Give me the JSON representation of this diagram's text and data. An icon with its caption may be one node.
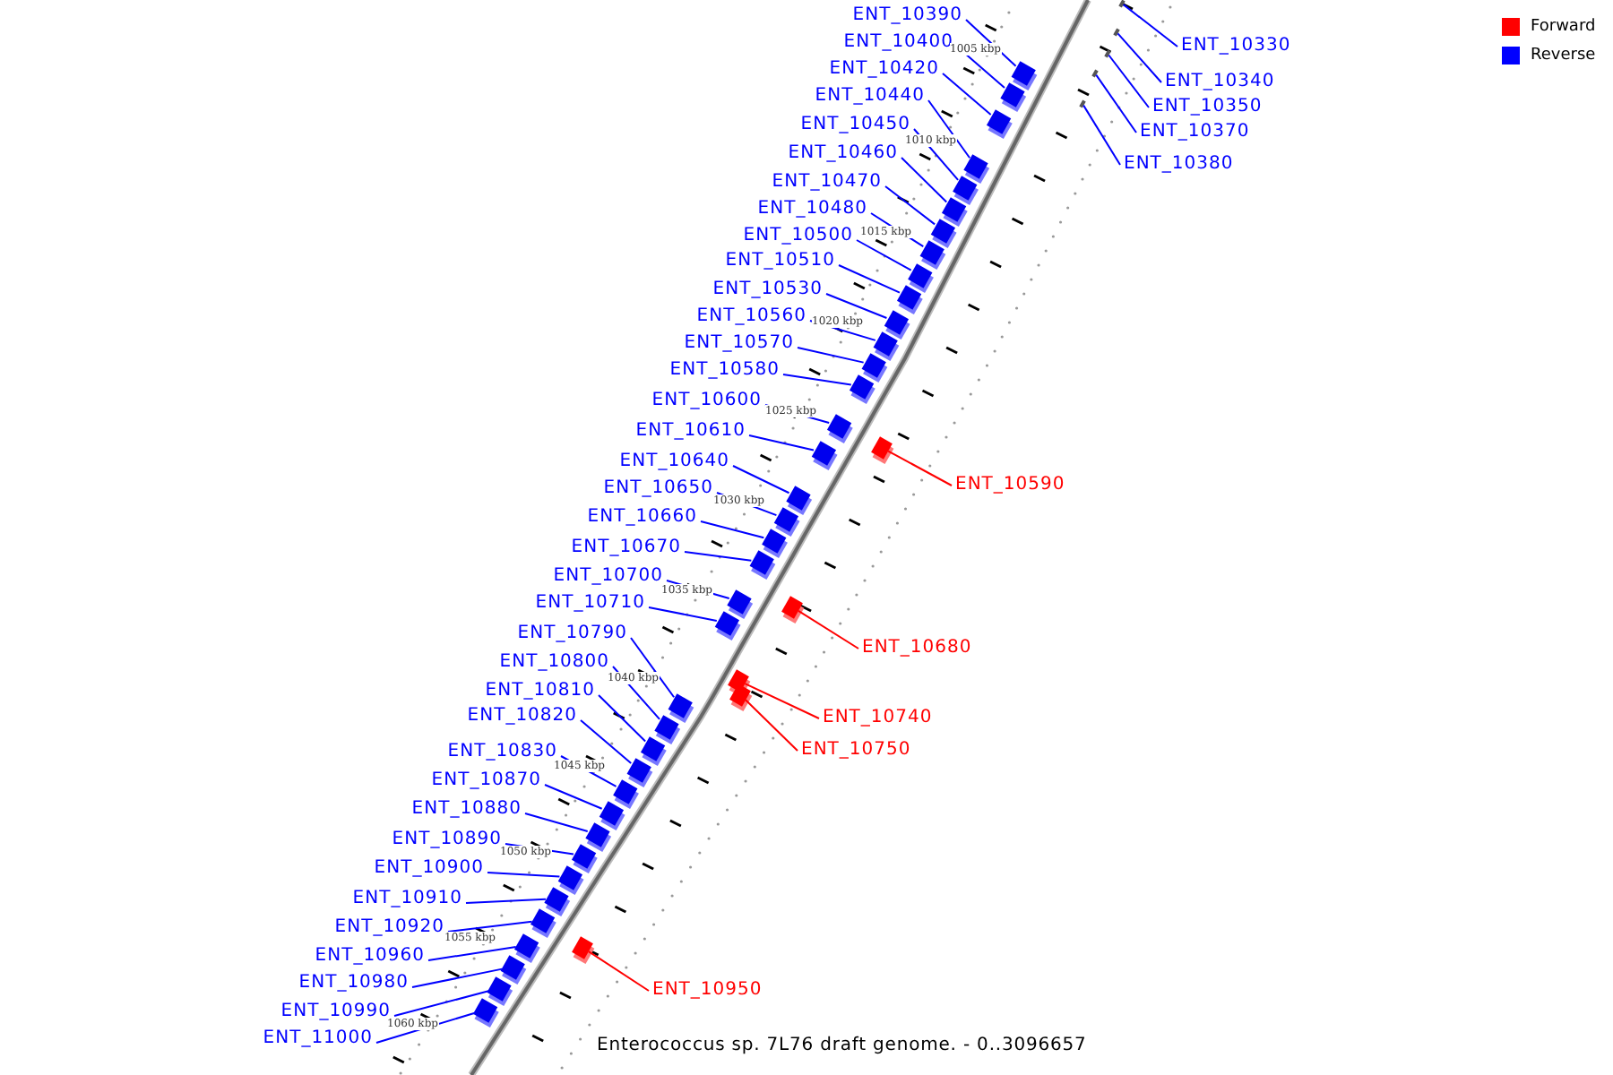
{
  "diagram": {
    "caption": "Enterococcus sp. 7L76 draft genome. - 0..3096657",
    "nodes": [
      {
        "text": [
          "ENT_10390"
        ]
      },
      {
        "text": [
          "ENT_10400"
        ]
      },
      {
        "text": [
          "ENT_10420"
        ]
      },
      {
        "text": [
          "ENT_10440"
        ]
      },
      {
        "text": [
          "ENT_10450"
        ]
      },
      {
        "text": [
          "ENT_10460"
        ]
      },
      {
        "text": [
          "ENT_10470"
        ]
      },
      {
        "text": [
          "ENT_10480"
        ]
      },
      {
        "text": [
          "ENT_10500"
        ]
      },
      {
        "text": [
          "ENT_10510"
        ]
      },
      {
        "text": [
          "ENT_10530"
        ]
      },
      {
        "text": [
          "ENT_10560"
        ]
      },
      {
        "text": [
          "ENT_10570"
        ]
      },
      {
        "text": [
          "ENT_10580"
        ]
      },
      {
        "text": [
          "ENT_10600"
        ]
      },
      {
        "text": [
          "ENT_10610"
        ]
      },
      {
        "text": [
          "ENT_10640"
        ]
      },
      {
        "text": [
          "ENT_10650"
        ]
      },
      {
        "text": [
          "ENT_10660"
        ]
      },
      {
        "text": [
          "ENT_10670"
        ]
      },
      {
        "text": [
          "ENT_10700"
        ]
      },
      {
        "text": [
          "ENT_10710"
        ]
      },
      {
        "text": [
          "ENT_10790"
        ]
      },
      {
        "text": [
          "ENT_10800"
        ]
      },
      {
        "text": [
          "ENT_10810"
        ]
      },
      {
        "text": [
          "ENT_10820"
        ]
      },
      {
        "text": [
          "ENT_10830"
        ]
      },
      {
        "text": [
          "ENT_10870"
        ]
      },
      {
        "text": [
          "ENT_10880"
        ]
      },
      {
        "text": [
          "ENT_10890"
        ]
      },
      {
        "text": [
          "ENT_10900"
        ]
      },
      {
        "text": [
          "ENT_10910"
        ]
      },
      {
        "text": [
          "ENT_10920"
        ]
      },
      {
        "text": [
          "ENT_10960"
        ]
      },
      {
        "text": [
          "ENT_10980"
        ]
      },
      {
        "text": [
          "ENT_10990"
        ]
      },
      {
        "text": [
          "ENT_11000"
        ]
      },
      {
        "text": [
          "ENT_10330"
        ]
      },
      {
        "text": [
          "ENT_10340"
        ]
      },
      {
        "text": [
          "ENT_10350"
        ]
      },
      {
        "text": [
          "ENT_10370"
        ]
      },
      {
        "text": [
          "ENT_10380"
        ]
      },
      {
        "text": [
          "ENT_10590"
        ]
      },
      {
        "text": [
          "ENT_10680"
        ]
      },
      {
        "text": [
          "ENT_10740"
        ]
      },
      {
        "text": [
          "ENT_10750"
        ]
      },
      {
        "text": [
          "ENT_10950"
        ]
      },
      {
        "text": [],
        "shape": "bar"
      },
      {
        "text": [],
        "shape": "bar"
      },
      {
        "text": [],
        "shape": "bar"
      },
      {
        "text": [],
        "shape": "bar"
      },
      {
        "text": [],
        "shape": "bar"
      },
      {
        "text": [],
        "shape": "bar"
      },
      {
        "text": [],
        "shape": "bar"
      },
      {
        "text": [],
        "shape": "bar"
      },
      {
        "text": [],
        "shape": "bar"
      },
      {
        "text": [],
        "shape": "bar"
      },
      {
        "text": [],
        "shape": "bar"
      },
      {
        "text": [],
        "shape": "bar"
      },
      {
        "text": [],
        "shape": "bar"
      },
      {
        "text": [],
        "shape": "bar"
      },
      {
        "text": [],
        "shape": "bar"
      },
      {
        "text": [],
        "shape": "bar"
      },
      {
        "text": [],
        "shape": "bar"
      },
      {
        "text": [],
        "shape": "bar"
      },
      {
        "text": [],
        "shape": "bar"
      },
      {
        "text": [],
        "shape": "bar"
      },
      {
        "text": [],
        "shape": "bar"
      },
      {
        "text": [],
        "shape": "bar"
      },
      {
        "text": [],
        "shape": "bar"
      },
      {
        "text": [],
        "shape": "bar"
      },
      {
        "text": [],
        "shape": "bar"
      },
      {
        "text": [],
        "shape": "bar"
      },
      {
        "text": [],
        "shape": "bar"
      },
      {
        "text": [],
        "shape": "bar"
      },
      {
        "text": [],
        "shape": "bar"
      },
      {
        "text": [],
        "shape": "bar"
      },
      {
        "text": [],
        "shape": "bar"
      },
      {
        "text": [],
        "shape": "bar"
      },
      {
        "text": [],
        "shape": "bar"
      },
      {
        "text": [],
        "shape": "bar"
      },
      {
        "text": [],
        "shape": "bar"
      },
      {
        "text": [],
        "shape": "bar"
      },
      {
        "text": [],
        "shape": "bar"
      },
      {
        "text": [],
        "shape": "bar"
      },
      {
        "text": [],
        "shape": "bar"
      },
      {
        "text": [],
        "shape": "bar"
      },
      {
        "text": [],
        "shape": "bar"
      },
      {
        "text": [],
        "shape": "bar"
      },
      {
        "text": [],
        "shape": "bar"
      },
      {
        "text": [],
        "shape": "bar"
      },
      {
        "text": [],
        "shape": "bar"
      },
      {
        "text": [],
        "shape": "bar"
      },
      {
        "text": [],
        "shape": "bar"
      }
    ],
    "edges": [
      {
        "from": 0,
        "to": 47,
        "arrow": "none"
      },
      {
        "from": 1,
        "to": 48,
        "arrow": "none"
      },
      {
        "from": 2,
        "to": 49,
        "arrow": "none"
      },
      {
        "from": 3,
        "to": 50,
        "arrow": "none"
      },
      {
        "from": 4,
        "to": 51,
        "arrow": "none"
      },
      {
        "from": 5,
        "to": 52,
        "arrow": "none"
      },
      {
        "from": 6,
        "to": 53,
        "arrow": "none"
      },
      {
        "from": 7,
        "to": 54,
        "arrow": "none"
      },
      {
        "from": 8,
        "to": 55,
        "arrow": "none"
      },
      {
        "from": 9,
        "to": 56,
        "arrow": "none"
      },
      {
        "from": 10,
        "to": 57,
        "arrow": "none"
      },
      {
        "from": 11,
        "to": 58,
        "arrow": "none"
      },
      {
        "from": 12,
        "to": 59,
        "arrow": "none"
      },
      {
        "from": 13,
        "to": 60,
        "arrow": "none"
      },
      {
        "from": 14,
        "to": 61,
        "arrow": "none"
      },
      {
        "from": 15,
        "to": 62,
        "arrow": "none"
      },
      {
        "from": 16,
        "to": 63,
        "arrow": "none"
      },
      {
        "from": 17,
        "to": 64,
        "arrow": "none"
      },
      {
        "from": 18,
        "to": 65,
        "arrow": "none"
      },
      {
        "from": 19,
        "to": 66,
        "arrow": "none"
      },
      {
        "from": 20,
        "to": 67,
        "arrow": "none"
      },
      {
        "from": 21,
        "to": 68,
        "arrow": "none"
      },
      {
        "from": 22,
        "to": 69,
        "arrow": "none"
      },
      {
        "from": 23,
        "to": 70,
        "arrow": "none"
      },
      {
        "from": 24,
        "to": 71,
        "arrow": "none"
      },
      {
        "from": 25,
        "to": 72,
        "arrow": "none"
      },
      {
        "from": 26,
        "to": 73,
        "arrow": "none"
      },
      {
        "from": 27,
        "to": 74,
        "arrow": "none"
      },
      {
        "from": 28,
        "to": 75,
        "arrow": "none"
      },
      {
        "from": 29,
        "to": 76,
        "arrow": "none"
      },
      {
        "from": 30,
        "to": 77,
        "arrow": "none"
      },
      {
        "from": 31,
        "to": 78,
        "arrow": "none"
      },
      {
        "from": 32,
        "to": 79,
        "arrow": "none"
      },
      {
        "from": 33,
        "to": 80,
        "arrow": "none"
      },
      {
        "from": 34,
        "to": 81,
        "arrow": "none"
      },
      {
        "from": 35,
        "to": 82,
        "arrow": "none"
      },
      {
        "from": 36,
        "to": 83,
        "arrow": "none"
      },
      {
        "from": 37,
        "to": 84,
        "arrow": "none"
      },
      {
        "from": 38,
        "to": 85,
        "arrow": "none"
      },
      {
        "from": 39,
        "to": 86,
        "arrow": "none"
      },
      {
        "from": 40,
        "to": 87,
        "arrow": "none"
      },
      {
        "from": 41,
        "to": 88,
        "arrow": "none"
      },
      {
        "from": 42,
        "to": 89,
        "arrow": "none",
        "color": "#ff0000"
      },
      {
        "from": 43,
        "to": 90,
        "arrow": "none",
        "color": "#ff0000"
      },
      {
        "from": 44,
        "to": 91,
        "arrow": "none",
        "color": "#ff0000"
      },
      {
        "from": 45,
        "to": 92,
        "arrow": "none",
        "color": "#ff0000"
      },
      {
        "from": 46,
        "to": 93,
        "arrow": "none",
        "color": "#ff0000"
      }
    ],
    "labels": [
      "1005 kbp",
      "1010 kbp",
      "1015 kbp",
      "1020 kbp",
      "1025 kbp",
      "1030 kbp",
      "1035 kbp",
      "1040 kbp",
      "1045 kbp",
      "1050 kbp",
      "1055 kbp",
      "1060 kbp"
    ],
    "legend": [
      {
        "text": "Forward",
        "color": "#ff0000"
      },
      {
        "text": "Reverse",
        "color": "#0000ff"
      }
    ]
  }
}
